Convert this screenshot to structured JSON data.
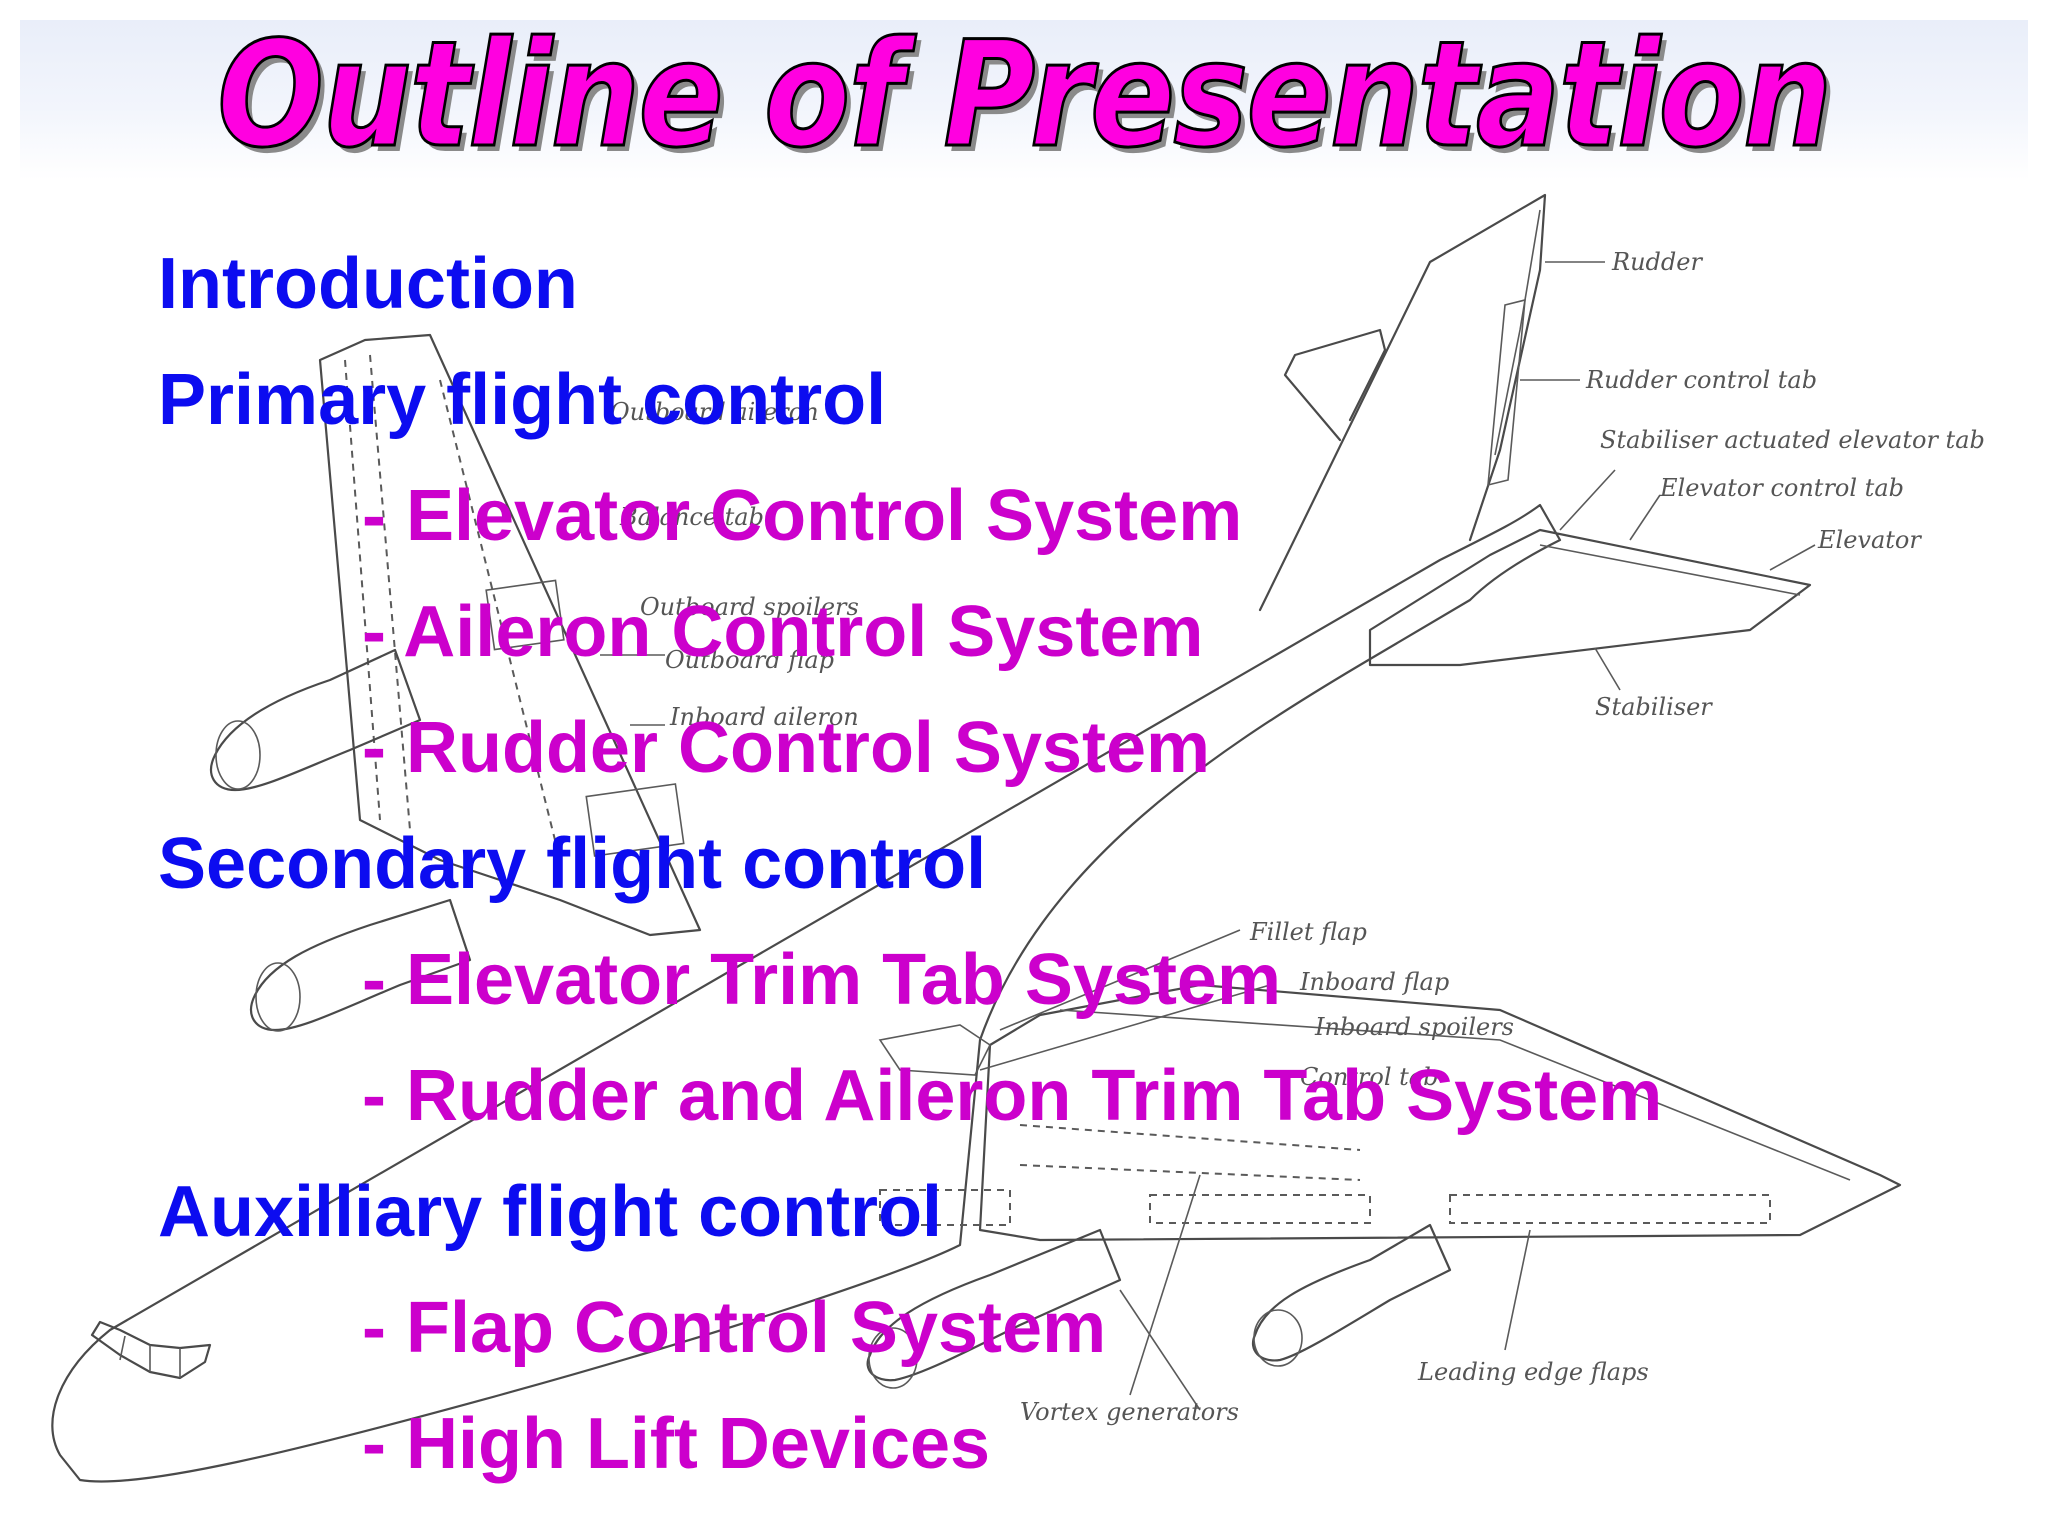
{
  "slide": {
    "title": "Outline of Presentation"
  },
  "outline": [
    {
      "text": "Introduction",
      "level": 1
    },
    {
      "text": "Primary flight control",
      "level": 1
    },
    {
      "text": "- Elevator Control System",
      "level": 2
    },
    {
      "text": "- Aileron Control System",
      "level": 2
    },
    {
      "text": "- Rudder Control System",
      "level": 2
    },
    {
      "text": "Secondary flight control",
      "level": 1
    },
    {
      "text": "- Elevator Trim Tab System",
      "level": 2
    },
    {
      "text": "- Rudder and Aileron Trim Tab System",
      "level": 2
    },
    {
      "text": "Auxilliary flight control",
      "level": 1
    },
    {
      "text": "- Flap Control System",
      "level": 2
    },
    {
      "text": "- High Lift Devices",
      "level": 2
    }
  ],
  "diagram": {
    "labels": {
      "rudder": "Rudder",
      "rudder_control_tab": "Rudder control tab",
      "stabiliser_actuated_elevator_tab": "Stabiliser actuated elevator tab",
      "elevator_control_tab": "Elevator control tab",
      "elevator": "Elevator",
      "stabiliser": "Stabiliser",
      "fillet_flap": "Fillet flap",
      "inboard_flap": "Inboard flap",
      "inboard_spoilers": "Inboard spoilers",
      "control_tab": "Control tab",
      "leading_edge_flaps": "Leading edge flaps",
      "vortex_generators": "Vortex generators",
      "outboard_aileron": "Outboard aileron",
      "outboard_spoilers": "Outboard spoilers",
      "outboard_flap": "Outboard flap",
      "inboard_aileron": "Inboard aileron",
      "balance_tab": "Balance tab"
    }
  },
  "colors": {
    "title_fill": "#ff00e0",
    "heading_blue": "#0c0cf0",
    "subitem_magenta": "#cc00cc",
    "diagram_line": "#4a4a4a"
  }
}
